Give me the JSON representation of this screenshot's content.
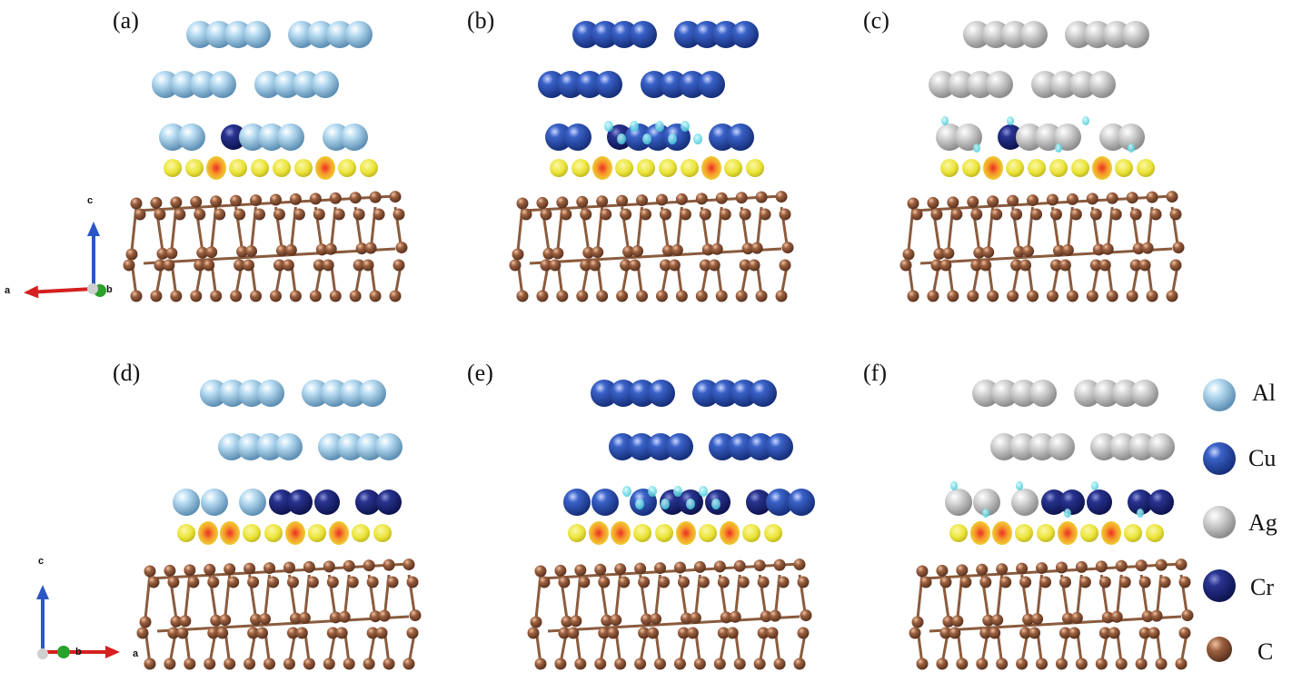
{
  "figure": {
    "panels": [
      {
        "label": "(a)",
        "top_metal": "Al",
        "dopant": "Cr",
        "variant": "single"
      },
      {
        "label": "(b)",
        "top_metal": "Cu",
        "dopant": "Cr",
        "variant": "single"
      },
      {
        "label": "(c)",
        "top_metal": "Ag",
        "dopant": "Cr",
        "variant": "single"
      },
      {
        "label": "(d)",
        "top_metal": "Al",
        "dopant": "Cr",
        "variant": "multi"
      },
      {
        "label": "(e)",
        "top_metal": "Cu",
        "dopant": "Cr",
        "variant": "multi"
      },
      {
        "label": "(f)",
        "top_metal": "Ag",
        "dopant": "Cr",
        "variant": "multi"
      }
    ],
    "legend": [
      {
        "name": "Al",
        "color": "#8fc4e4"
      },
      {
        "name": "Cu",
        "color": "#2b4fb0"
      },
      {
        "name": "Ag",
        "color": "#c8c8c8"
      },
      {
        "name": "Cr",
        "color": "#20307f"
      },
      {
        "name": "C",
        "color": "#9a5f3f"
      }
    ],
    "axes_top": {
      "c": "c",
      "a": "a",
      "b": "b"
    },
    "axes_bottom": {
      "c": "c",
      "a": "a",
      "b": "b"
    },
    "colors": {
      "density_yellow": "#e8e12a",
      "density_orange": "#f26a1b",
      "density_cyan": "#4fd6e0",
      "carbon_bond": "#8a5b3d"
    }
  }
}
